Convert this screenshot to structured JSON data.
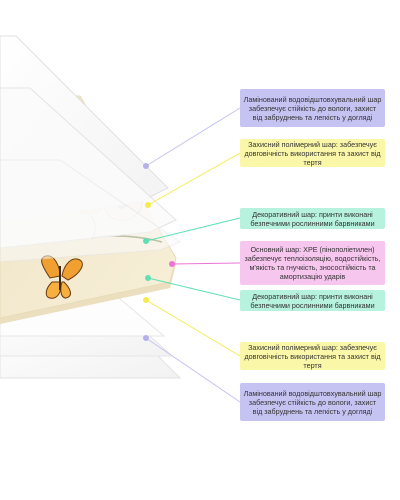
{
  "colors": {
    "lavender": "#c5c3f2",
    "lavender_dot": "#b5b0ea",
    "yellow": "#fbf7a8",
    "yellow_dot": "#f4ec4c",
    "mint": "#b6f2de",
    "mint_dot": "#5fe0b4",
    "pink": "#f7c6ef",
    "pink_dot": "#ec74d6",
    "board_cream": "#f1e7cc",
    "sheet_white": "#fafafa",
    "sheet_edge": "#e4e4e4"
  },
  "layers": [
    {
      "id": "top-laminate",
      "text": "Ламінований водовідштовхувальний шар забезпечує стійкість до вологи, захист від забруднень та легкість у догляді",
      "color": "lavender"
    },
    {
      "id": "top-polymer",
      "text": "Захисний полімерний шар: забезпечує довговічність використання та захист від тертя",
      "color": "yellow"
    },
    {
      "id": "top-decor",
      "text": "Декоративний шар: принти виконані безпечними рослинними барвниками",
      "color": "mint"
    },
    {
      "id": "core",
      "text": "Основний шар: XPE (пінополіетилен) забезпечує теплоізоляцію, водостійкість, м'якість та гнучкість, зносостійкість та амортизацію ударів",
      "color": "pink"
    },
    {
      "id": "bottom-decor",
      "text": "Декоративний шар: принти виконані безпечними рослинними барвниками",
      "color": "mint"
    },
    {
      "id": "bottom-polymer",
      "text": "Захисний полімерний шар: забезпечує довговічність використання та захист від тертя",
      "color": "yellow"
    },
    {
      "id": "bottom-laminate",
      "text": "Ламінований водовідштовхувальний шар забезпечує стійкість до вологи, захист від забруднень та легкість у догляді",
      "color": "lavender"
    }
  ]
}
